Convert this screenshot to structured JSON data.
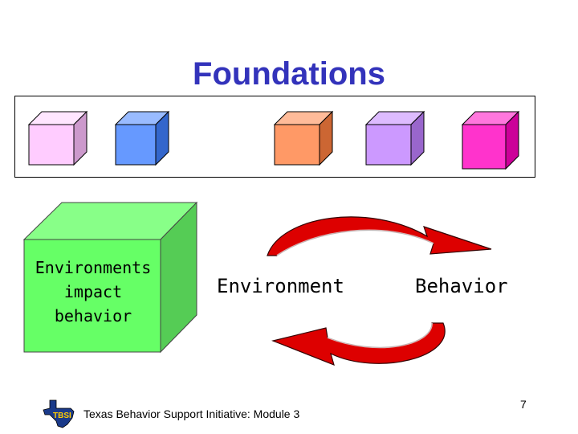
{
  "slide": {
    "title": "Foundations",
    "title_color": "#3333bb",
    "big_cube_label": "Environments impact behavior",
    "cycle": {
      "left_word": "Environment",
      "right_word": "Behavior"
    },
    "footer": {
      "text": "Texas Behavior Support Initiative:  Module 3",
      "logo_text": "TBSI"
    },
    "page_number": "7"
  },
  "colors": {
    "cube_row": [
      "#ffccff",
      "#6699ff",
      "#ff9966",
      "#cc99ff",
      "#ff33cc"
    ],
    "big_cube": "#66ff66",
    "arrow": "#dd0000",
    "logo": "#1a3a8a"
  }
}
